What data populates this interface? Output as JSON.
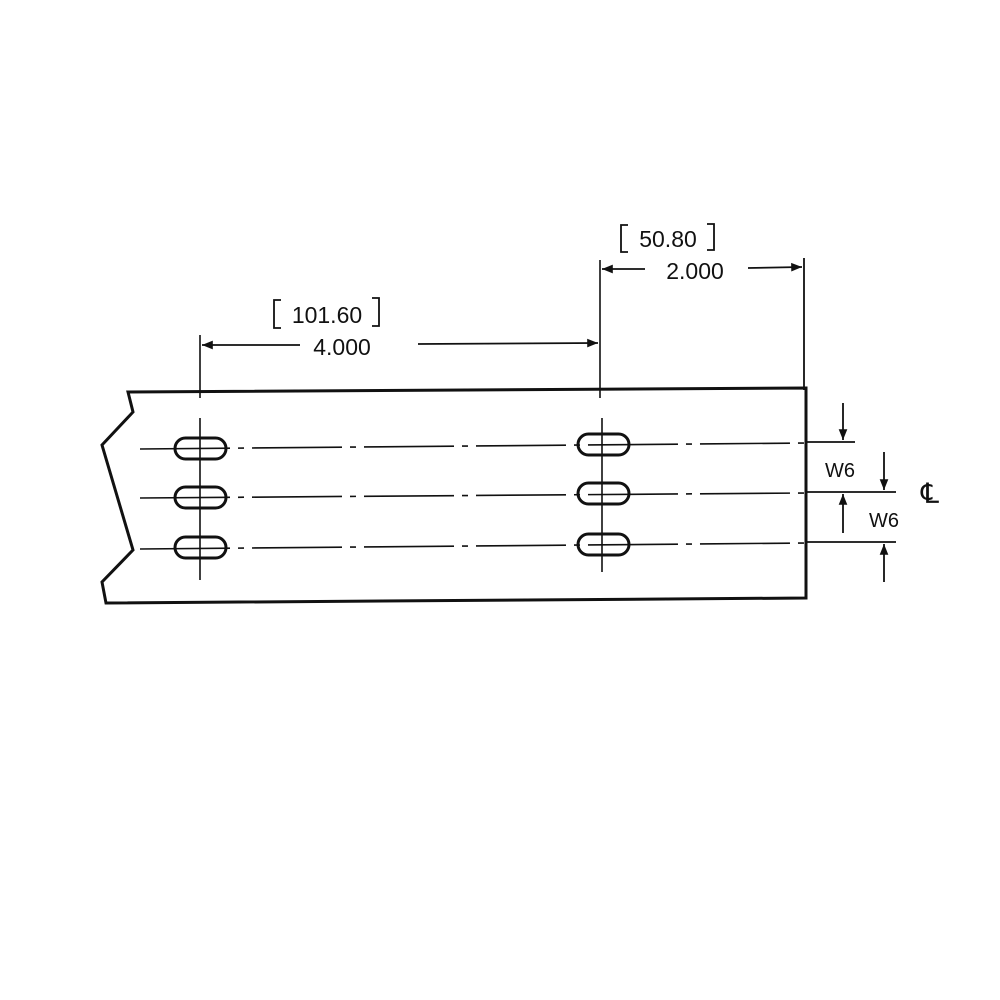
{
  "dimensions": {
    "pitch": {
      "inches": "4.000",
      "mm": "101.60"
    },
    "end_offset": {
      "inches": "2.000",
      "mm": "50.80"
    },
    "row_spacing_upper": "W6",
    "row_spacing_lower": "W6",
    "centerline_symbol": "℄"
  },
  "colors": {
    "ink": "#111111",
    "background": "#ffffff"
  }
}
